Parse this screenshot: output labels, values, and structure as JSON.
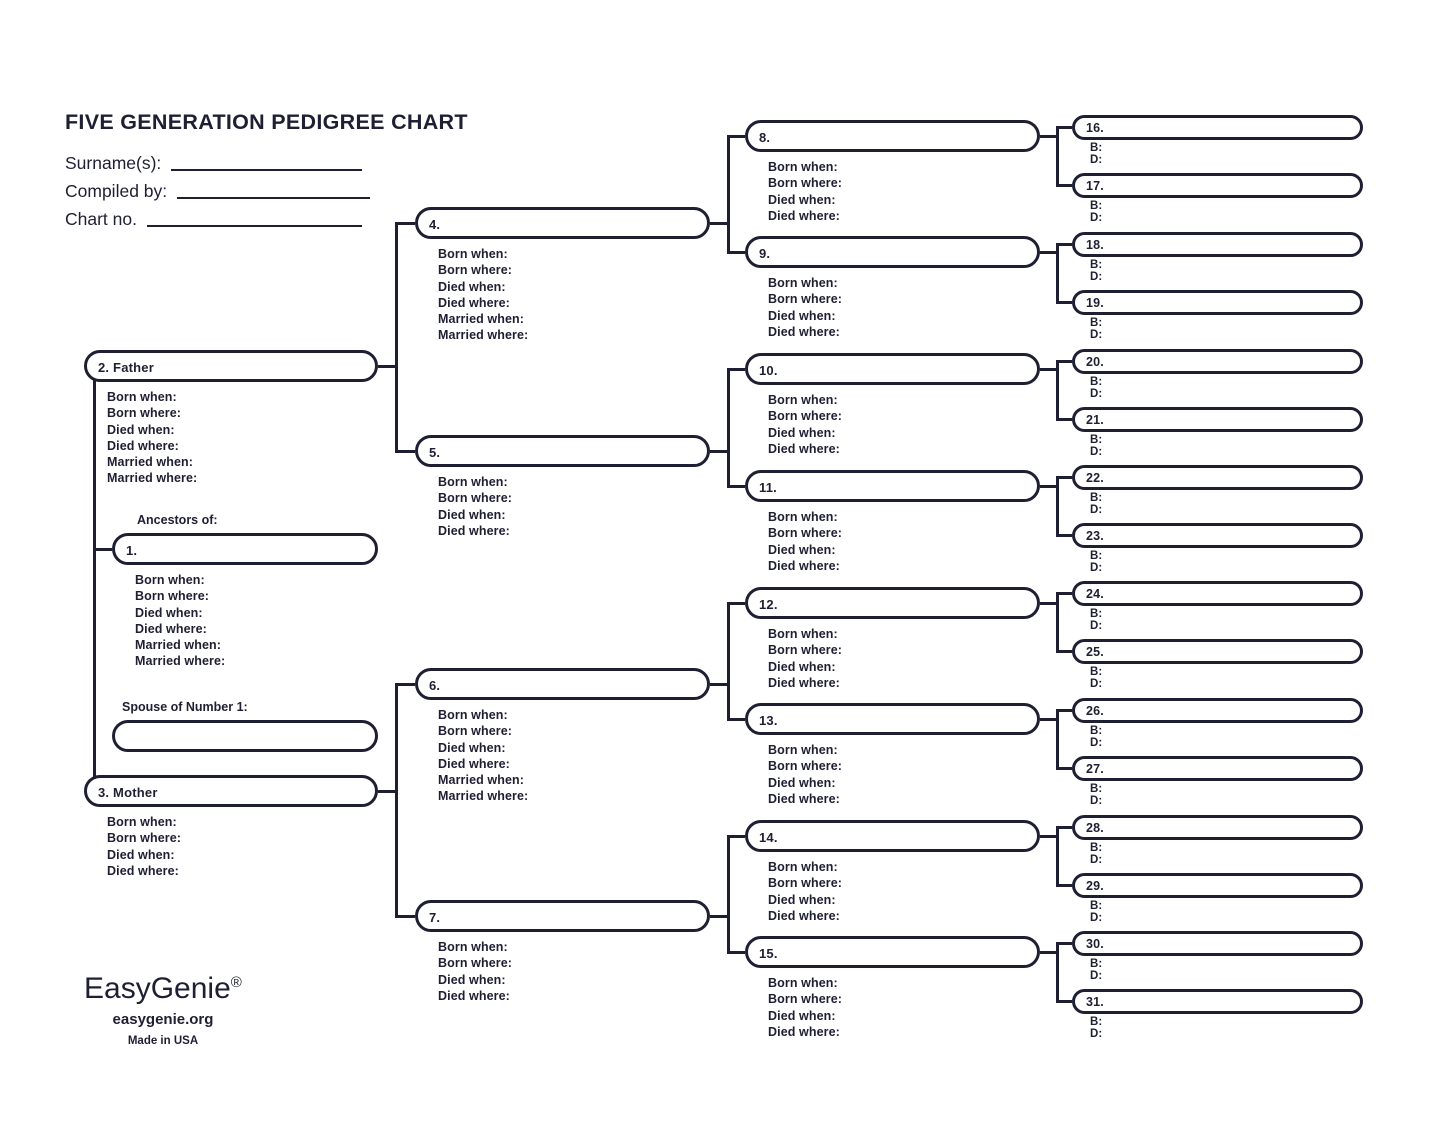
{
  "page": {
    "title": "FIVE GENERATION PEDIGREE CHART",
    "form_fields": [
      {
        "label": "Surname(s):"
      },
      {
        "label": "Compiled by:"
      },
      {
        "label": "Chart no."
      }
    ]
  },
  "labels": {
    "ancestors_caption": "Ancestors of:",
    "spouse_caption": "Spouse of Number 1:",
    "full_details": [
      "Born when:",
      "Born where:",
      "Died when:",
      "Died where:",
      "Married when:",
      "Married where:"
    ],
    "short_details": [
      "Born when:",
      "Born where:",
      "Died when:",
      "Died where:"
    ],
    "bd_details": [
      "B:",
      "D:"
    ]
  },
  "boxes": {
    "person1": {
      "label": "1.",
      "details": "full"
    },
    "spouse": {
      "label": "",
      "details": "none"
    },
    "generation2": [
      {
        "label": "2. Father",
        "details": "full"
      },
      {
        "label": "3. Mother",
        "details": "short"
      }
    ],
    "generation3": [
      {
        "label": "4.",
        "details": "full"
      },
      {
        "label": "5.",
        "details": "short"
      },
      {
        "label": "6.",
        "details": "full"
      },
      {
        "label": "7.",
        "details": "short"
      }
    ],
    "generation4": [
      {
        "label": "8.",
        "details": "short"
      },
      {
        "label": "9.",
        "details": "short"
      },
      {
        "label": "10.",
        "details": "short"
      },
      {
        "label": "11.",
        "details": "short"
      },
      {
        "label": "12.",
        "details": "short"
      },
      {
        "label": "13.",
        "details": "short"
      },
      {
        "label": "14.",
        "details": "short"
      },
      {
        "label": "15.",
        "details": "short"
      }
    ],
    "generation5": [
      {
        "label": "16.",
        "details": "bd"
      },
      {
        "label": "17.",
        "details": "bd"
      },
      {
        "label": "18.",
        "details": "bd"
      },
      {
        "label": "19.",
        "details": "bd"
      },
      {
        "label": "20.",
        "details": "bd"
      },
      {
        "label": "21.",
        "details": "bd"
      },
      {
        "label": "22.",
        "details": "bd"
      },
      {
        "label": "23.",
        "details": "bd"
      },
      {
        "label": "24.",
        "details": "bd"
      },
      {
        "label": "25.",
        "details": "bd"
      },
      {
        "label": "26.",
        "details": "bd"
      },
      {
        "label": "27.",
        "details": "bd"
      },
      {
        "label": "28.",
        "details": "bd"
      },
      {
        "label": "29.",
        "details": "bd"
      },
      {
        "label": "30.",
        "details": "bd"
      },
      {
        "label": "31.",
        "details": "bd"
      }
    ]
  },
  "footer": {
    "brand": "EasyGenie",
    "trademark": "®",
    "website": "easygenie.org",
    "origin": "Made in USA"
  },
  "colors": {
    "ink": "#1f1f33",
    "background": "#ffffff"
  }
}
